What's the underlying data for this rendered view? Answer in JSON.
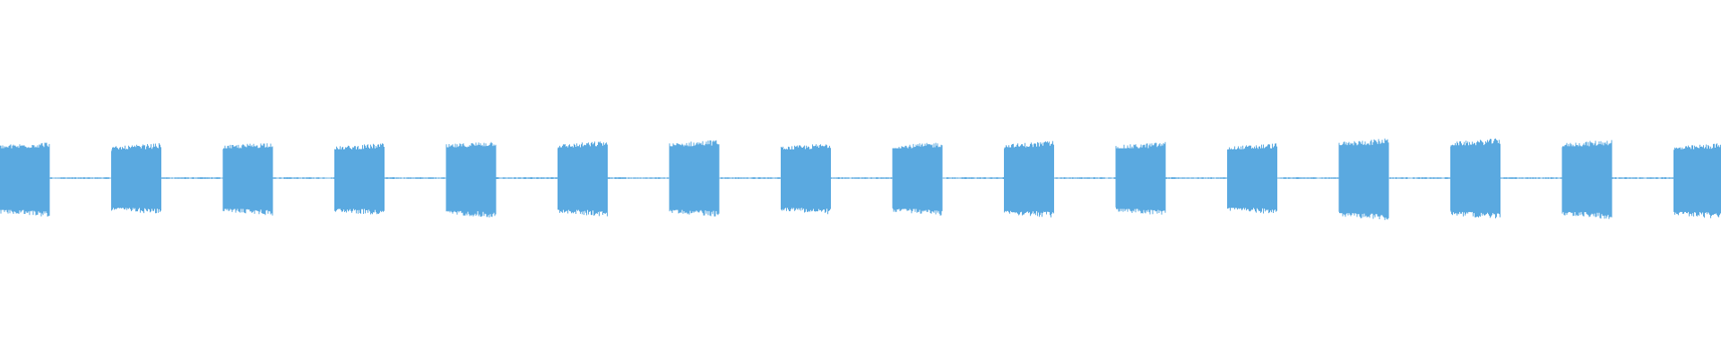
{
  "waveform": {
    "color": "#5aa9e0",
    "background": "#ffffff",
    "burst_count": 16,
    "bursts": [
      {
        "index": 1,
        "amplitude_top": 0.58,
        "amplitude_bottom": 0.62
      },
      {
        "index": 2,
        "amplitude_top": 0.56,
        "amplitude_bottom": 0.58
      },
      {
        "index": 3,
        "amplitude_top": 0.58,
        "amplitude_bottom": 0.6
      },
      {
        "index": 4,
        "amplitude_top": 0.56,
        "amplitude_bottom": 0.6
      },
      {
        "index": 5,
        "amplitude_top": 0.6,
        "amplitude_bottom": 0.64
      },
      {
        "index": 6,
        "amplitude_top": 0.6,
        "amplitude_bottom": 0.62
      },
      {
        "index": 7,
        "amplitude_top": 0.62,
        "amplitude_bottom": 0.62
      },
      {
        "index": 8,
        "amplitude_top": 0.56,
        "amplitude_bottom": 0.58
      },
      {
        "index": 9,
        "amplitude_top": 0.58,
        "amplitude_bottom": 0.6
      },
      {
        "index": 10,
        "amplitude_top": 0.6,
        "amplitude_bottom": 0.64
      },
      {
        "index": 11,
        "amplitude_top": 0.58,
        "amplitude_bottom": 0.6
      },
      {
        "index": 12,
        "amplitude_top": 0.56,
        "amplitude_bottom": 0.58
      },
      {
        "index": 13,
        "amplitude_top": 0.64,
        "amplitude_bottom": 0.68
      },
      {
        "index": 14,
        "amplitude_top": 0.64,
        "amplitude_bottom": 0.66
      },
      {
        "index": 15,
        "amplitude_top": 0.62,
        "amplitude_bottom": 0.66
      },
      {
        "index": 16,
        "amplitude_top": 0.56,
        "amplitude_bottom": 0.66
      }
    ],
    "baseline_amplitude": 0.01
  }
}
